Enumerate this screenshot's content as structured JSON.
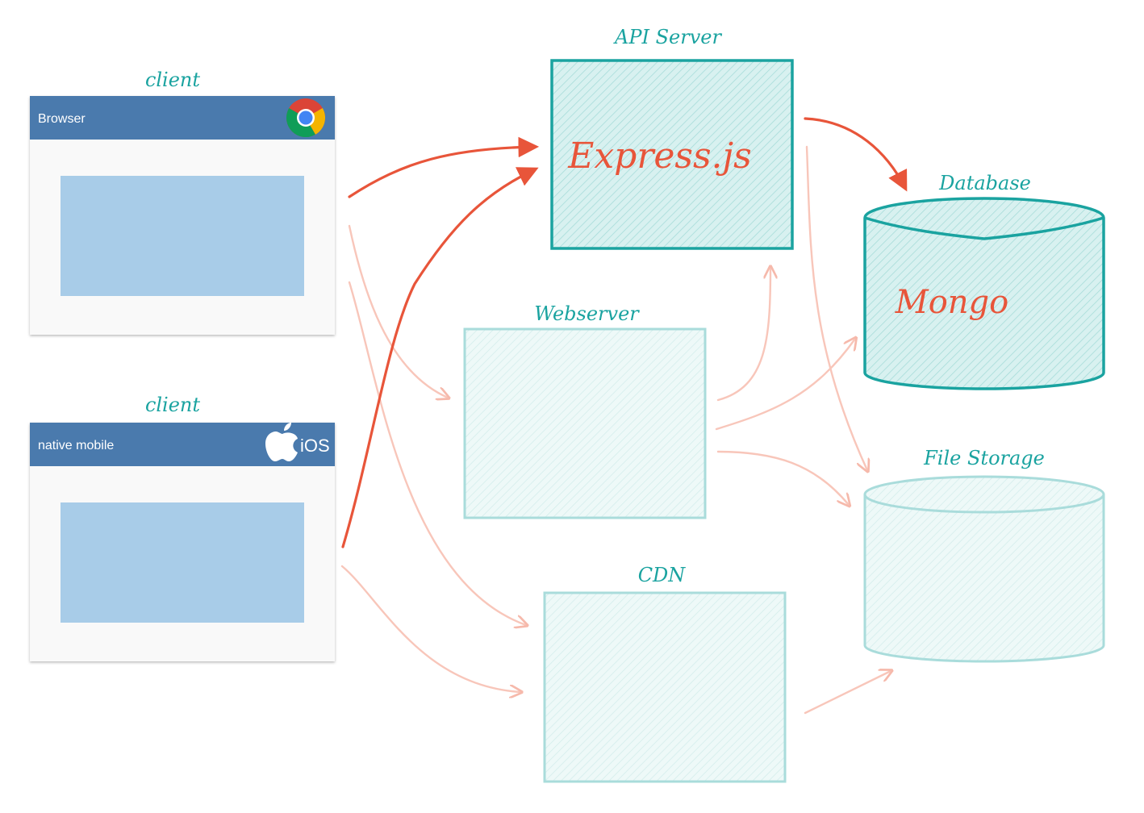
{
  "clients": [
    {
      "caption": "client",
      "window_title": "Browser",
      "badge_icon": "chrome-icon",
      "badge_text": ""
    },
    {
      "caption": "client",
      "window_title": "native mobile",
      "badge_icon": "apple-icon",
      "badge_text": "iOS"
    }
  ],
  "nodes": {
    "api_server": {
      "label": "API Server",
      "content": "Express.js"
    },
    "webserver": {
      "label": "Webserver"
    },
    "cdn": {
      "label": "CDN"
    },
    "database": {
      "label": "Database",
      "content": "Mongo"
    },
    "file_storage": {
      "label": "File Storage"
    }
  },
  "colors": {
    "accent_teal": "#1aa3a0",
    "teal_fill": "#d2efee",
    "teal_light": "#a9dcdb",
    "arrow_strong": "#e8553a",
    "arrow_faint": "#f6c2b6",
    "window_bar": "#4a7aad",
    "window_body": "#f9f9f9",
    "window_screen": "#a8cce8"
  }
}
